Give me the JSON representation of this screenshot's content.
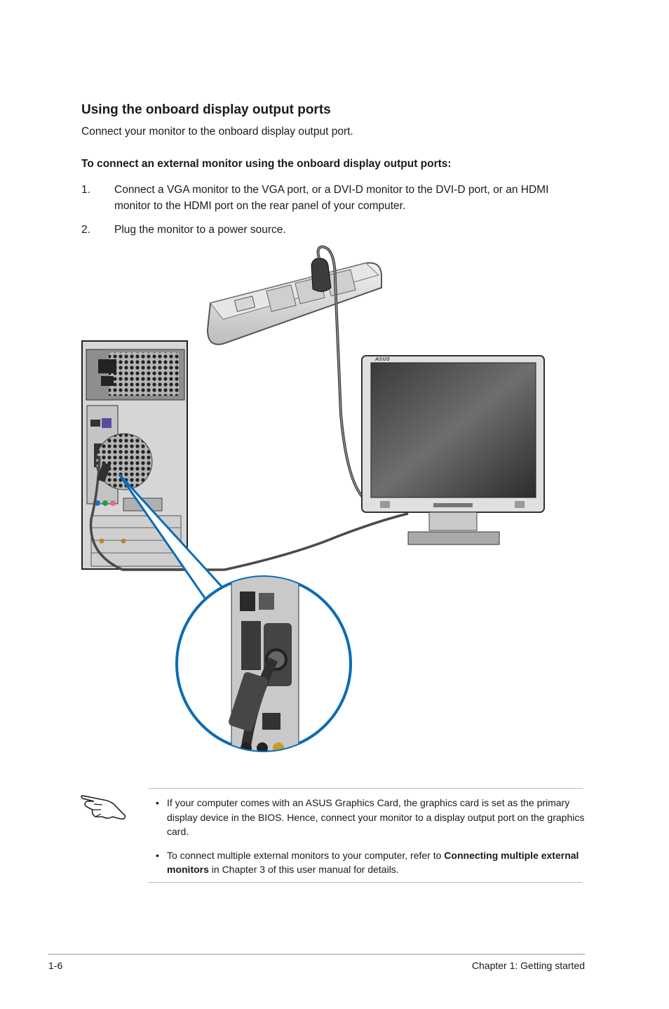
{
  "section": {
    "title": "Using the onboard display output ports",
    "intro": "Connect your monitor to the onboard display output port."
  },
  "procedure": {
    "title": "To connect an external monitor using the onboard display output ports:",
    "steps": [
      {
        "num": "1.",
        "text": "Connect a VGA monitor to the VGA port, or a DVI-D monitor to the DVI-D port, or an HDMI monitor to the HDMI port on the rear panel of your computer."
      },
      {
        "num": "2.",
        "text": "Plug the monitor to a power source."
      }
    ]
  },
  "figure": {
    "monitor_brand": "ASUS",
    "icons": [
      "power-strip-icon",
      "computer-tower-rear-icon",
      "monitor-icon",
      "magnifier-callout-icon"
    ]
  },
  "note": {
    "icon": "pointing-hand-icon",
    "bullet": "•",
    "items": [
      {
        "text": "If your computer comes with an ASUS Graphics Card, the graphics card is set as the primary display device in the BIOS. Hence, connect your monitor to a display output port on the graphics card."
      },
      {
        "pre": "To connect multiple external monitors to your computer, refer to ",
        "bold": "Connecting multiple external monitors",
        "post": " in Chapter 3 of this user manual for details."
      }
    ]
  },
  "footer": {
    "page": "1-6",
    "chapter": "Chapter 1: Getting started"
  }
}
